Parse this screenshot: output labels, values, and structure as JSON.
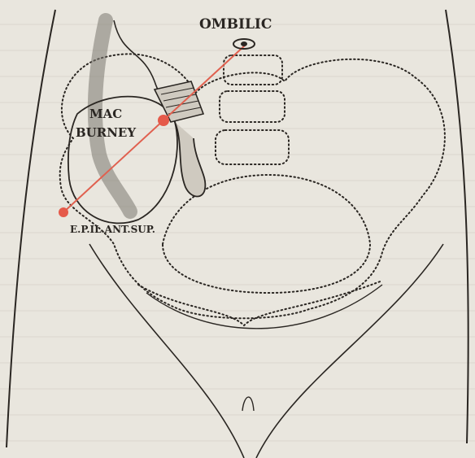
{
  "labels": {
    "ombilic": "OMBILIC",
    "mac": "MAC",
    "burney": "BURNEY",
    "spine": "E.P.IL.ANT.SUP."
  },
  "colors": {
    "background": "#e9e6de",
    "ink": "#2a2622",
    "accent_line": "#e0604f",
    "dot_marker": "#e55a4a"
  }
}
